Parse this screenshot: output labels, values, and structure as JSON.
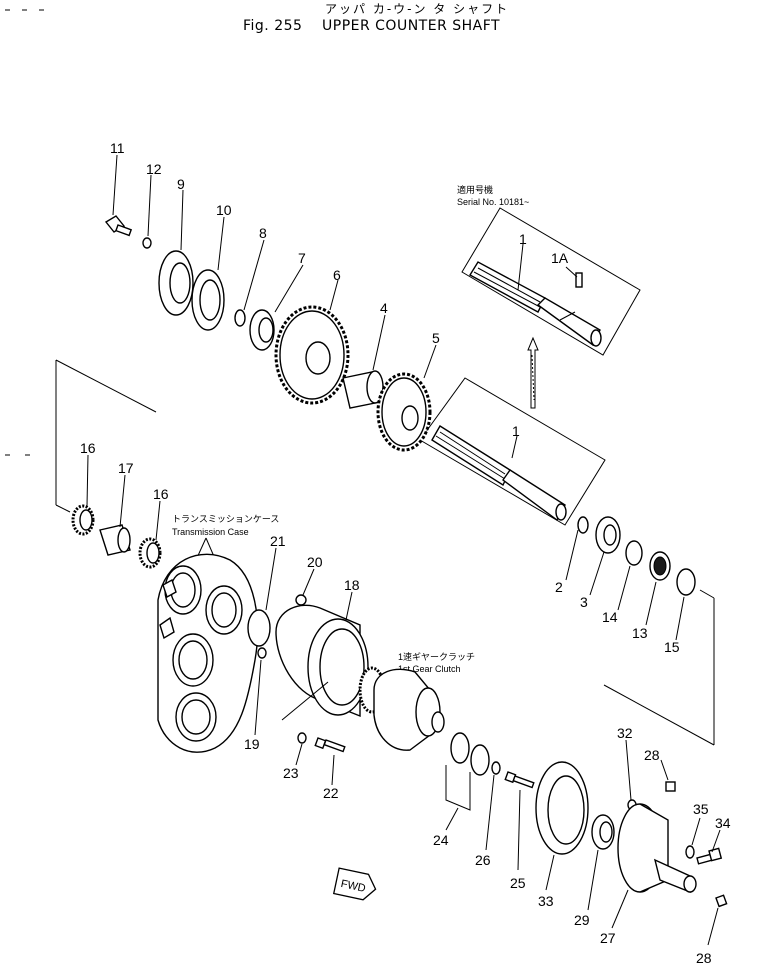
{
  "header": {
    "jp_title": "アッパ カ-ウ-ン タ シャフト",
    "fig_label": "Fig. 255",
    "title": "UPPER COUNTER SHAFT"
  },
  "annotations": {
    "serial_jp": "適用号機",
    "serial": "Serial No. 10181~",
    "trans_case_jp": "トランスミッションケース",
    "trans_case": "Transmission Case",
    "gear_clutch_jp": "1速ギヤークラッチ",
    "gear_clutch": "1st Gear Clutch",
    "fwd": "FWD"
  },
  "part_numbers": {
    "p1a": "1",
    "p1b": "1",
    "p1A": "1A",
    "p2": "2",
    "p3": "3",
    "p4": "4",
    "p5": "5",
    "p6": "6",
    "p7": "7",
    "p8": "8",
    "p9": "9",
    "p10": "10",
    "p11": "11",
    "p12": "12",
    "p13": "13",
    "p14": "14",
    "p15": "15",
    "p16a": "16",
    "p16b": "16",
    "p17": "17",
    "p18": "18",
    "p19": "19",
    "p20": "20",
    "p21": "21",
    "p22": "22",
    "p23": "23",
    "p24": "24",
    "p25": "25",
    "p26": "26",
    "p27": "27",
    "p28a": "28",
    "p28b": "28",
    "p29": "29",
    "p32": "32",
    "p33": "33",
    "p34": "34",
    "p35": "35"
  }
}
